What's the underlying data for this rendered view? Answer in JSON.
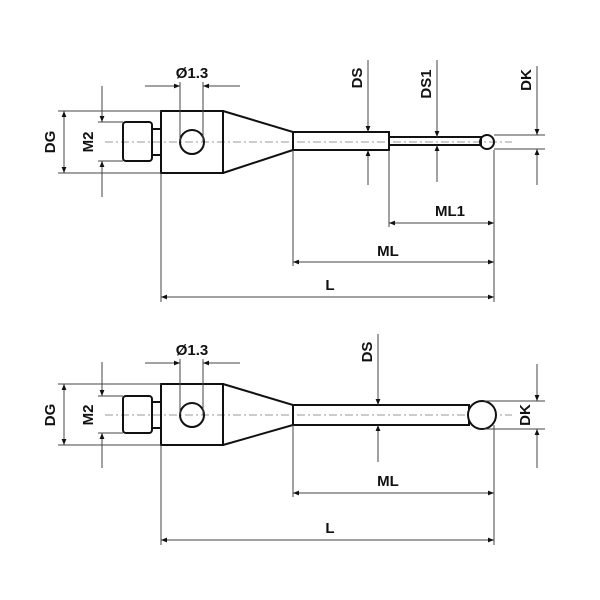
{
  "top_drawing": {
    "hole_label": "Ø1.3",
    "dg_label": "DG",
    "m2_label": "M2",
    "ds_label": "DS",
    "ds1_label": "DS1",
    "dk_label": "DK",
    "ml1_label": "ML1",
    "ml_label": "ML",
    "l_label": "L"
  },
  "bottom_drawing": {
    "hole_label": "Ø1.3",
    "dg_label": "DG",
    "m2_label": "M2",
    "ds_label": "DS",
    "dk_label": "DK",
    "ml_label": "ML",
    "l_label": "L"
  }
}
